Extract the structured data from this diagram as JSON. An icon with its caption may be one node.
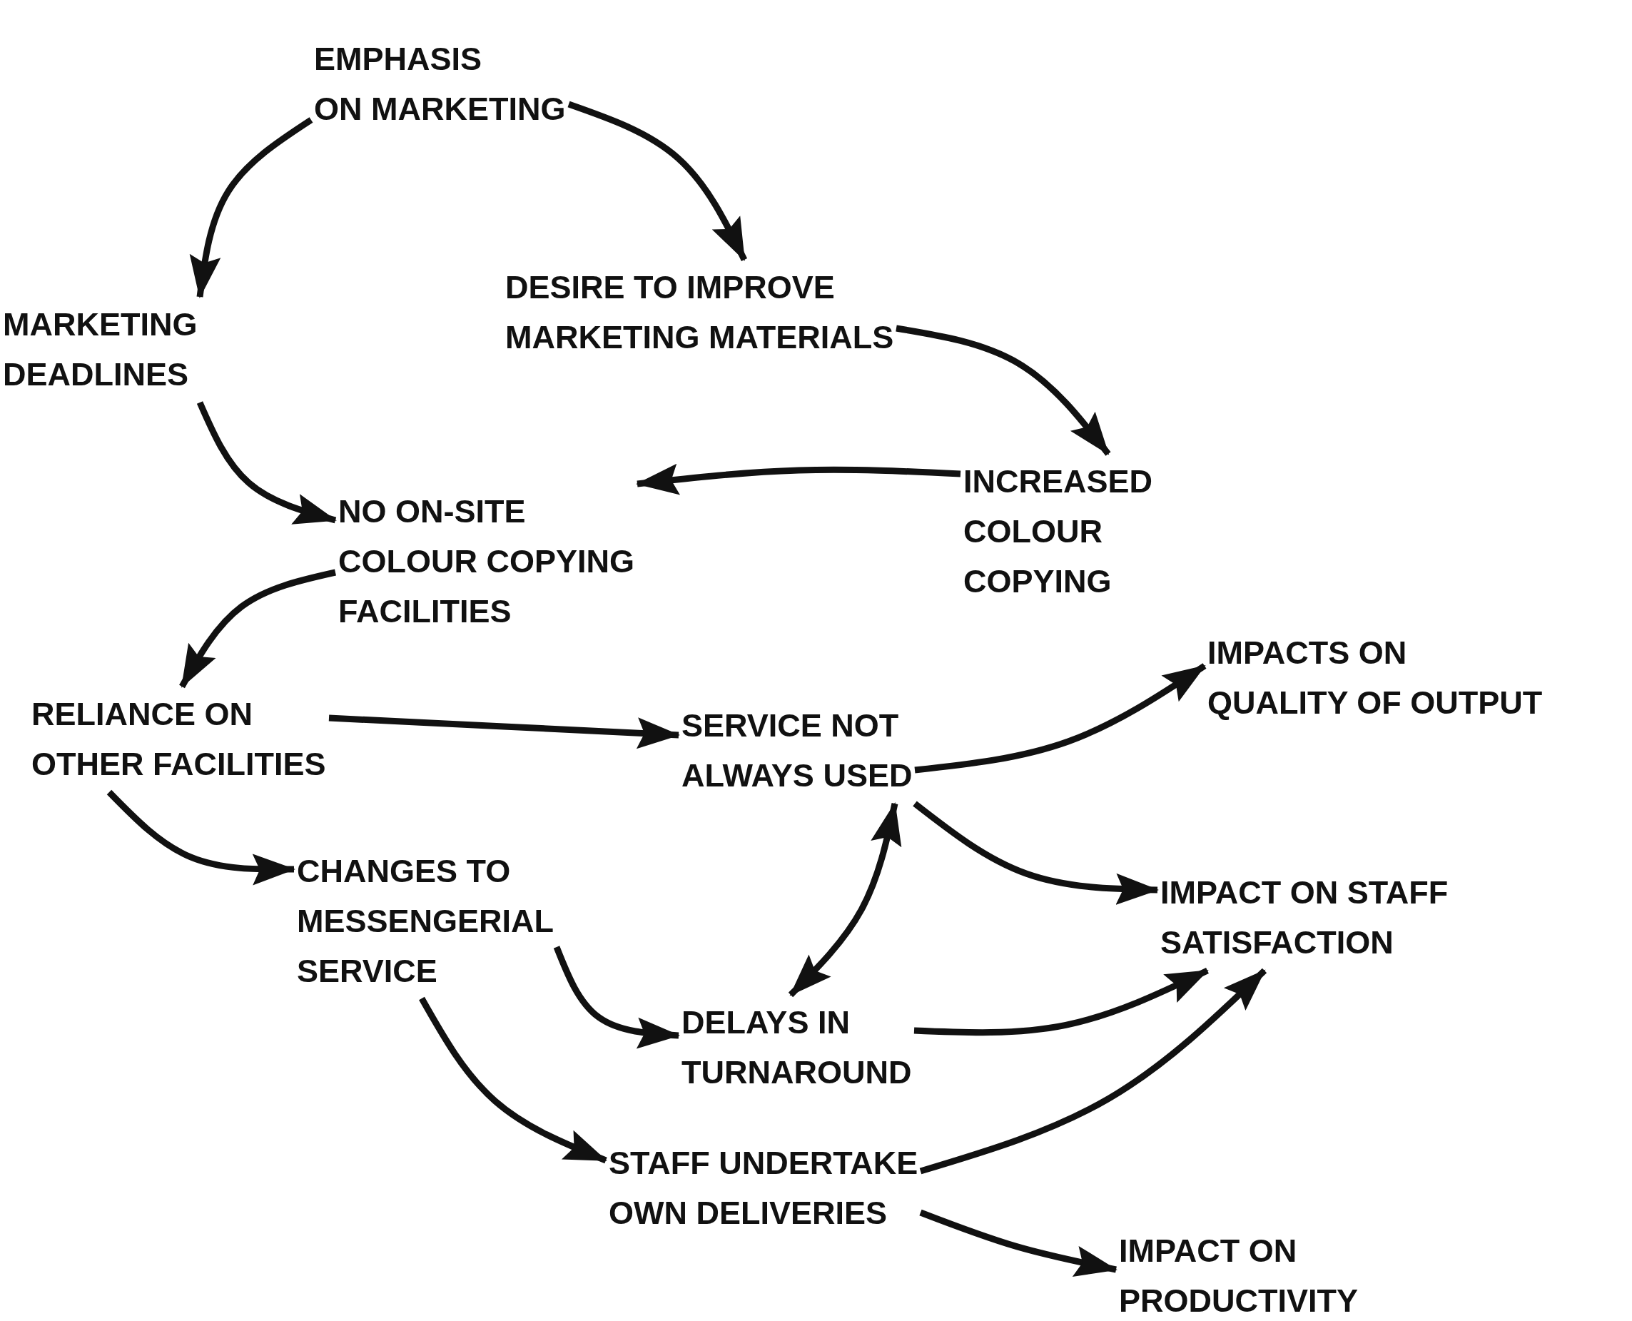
{
  "diagram": {
    "nodes": [
      {
        "text": [
          "EMPHASIS ON MARKETING"
        ]
      },
      {
        "text": [
          "MARKETING DEADLINES"
        ]
      },
      {
        "text": [
          "DESIRE TO IMPROVE MARKETING MATERIALS"
        ]
      },
      {
        "text": [
          "NO ON-SITE COLOUR COPYING FACILITIES"
        ]
      },
      {
        "text": [
          "INCREASED COLOUR COPYING"
        ]
      },
      {
        "text": [
          "RELIANCE ON OTHER FACILITIES"
        ]
      },
      {
        "text": [
          "SERVICE NOT ALWAYS USED"
        ]
      },
      {
        "text": [
          "IMPACTS ON QUALITY OF OUTPUT"
        ]
      },
      {
        "text": [
          "CHANGES TO MESSENGERIAL SERVICE"
        ]
      },
      {
        "text": [
          "IMPACT ON STAFF SATISFACTION"
        ]
      },
      {
        "text": [
          "DELAYS IN TURNAROUND"
        ]
      },
      {
        "text": [
          "STAFF UNDERTAKE OWN DELIVERIES"
        ]
      },
      {
        "text": [
          "IMPACT ON PRODUCTIVITY"
        ]
      }
    ],
    "edges": [
      {
        "from": 0,
        "to": 1,
        "arrow": "to"
      },
      {
        "from": 0,
        "to": 2,
        "arrow": "to"
      },
      {
        "from": 2,
        "to": 4,
        "arrow": "to"
      },
      {
        "from": 1,
        "to": 3,
        "arrow": "to"
      },
      {
        "from": 4,
        "to": 3,
        "arrow": "to"
      },
      {
        "from": 3,
        "to": 5,
        "arrow": "to"
      },
      {
        "from": 5,
        "to": 6,
        "arrow": "to"
      },
      {
        "from": 5,
        "to": 8,
        "arrow": "to"
      },
      {
        "from": 6,
        "to": 7,
        "arrow": "to"
      },
      {
        "from": 6,
        "to": 9,
        "arrow": "to"
      },
      {
        "from": 10,
        "to": 6,
        "arrow": "both"
      },
      {
        "from": 8,
        "to": 10,
        "arrow": "to"
      },
      {
        "from": 8,
        "to": 11,
        "arrow": "to"
      },
      {
        "from": 10,
        "to": 9,
        "arrow": "to"
      },
      {
        "from": 11,
        "to": 9,
        "arrow": "to"
      },
      {
        "from": 11,
        "to": 12,
        "arrow": "to"
      }
    ]
  }
}
